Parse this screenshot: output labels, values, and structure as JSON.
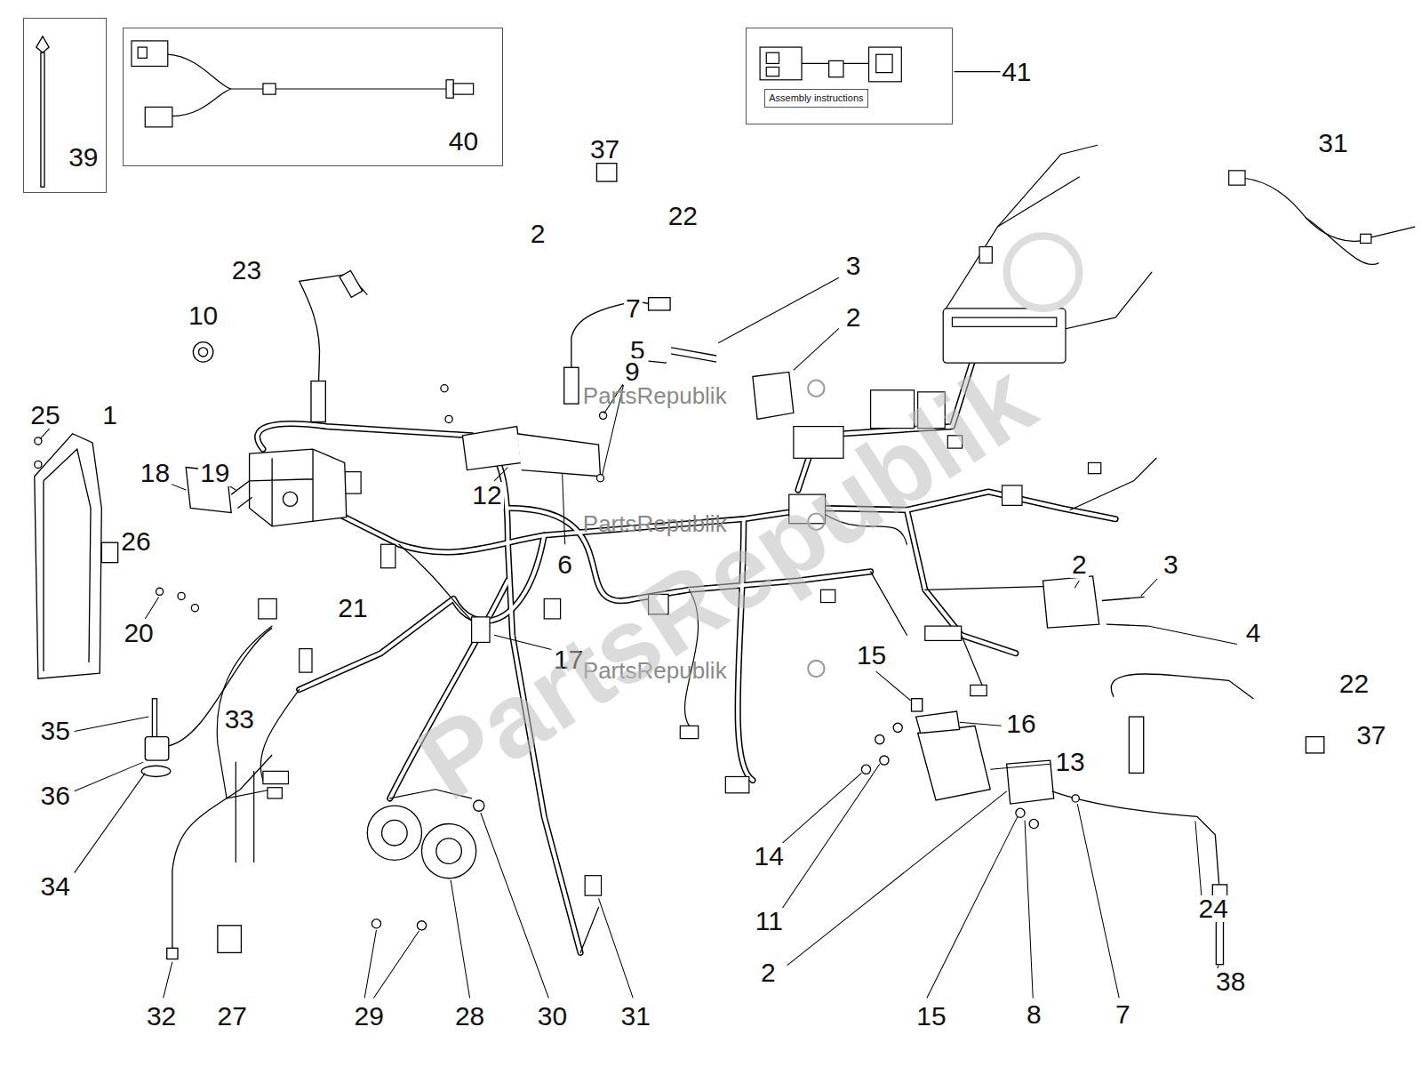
{
  "diagram": {
    "nodes": [
      {
        "text": [
          "39"
        ]
      },
      {
        "text": [
          "40"
        ]
      },
      {
        "text": [
          "41"
        ]
      },
      {
        "text": [
          "Assembly instructions"
        ],
        "in": 2
      }
    ],
    "labels": [
      "37",
      "22",
      "31",
      "23",
      "2",
      "3",
      "10",
      "7",
      "2",
      "5",
      "9",
      "25",
      "1",
      "18",
      "19",
      "26",
      "12",
      "6",
      "20",
      "21",
      "17",
      "2",
      "3",
      "4",
      "15",
      "22",
      "16",
      "33",
      "35",
      "37",
      "13",
      "36",
      "14",
      "34",
      "24",
      "11",
      "2",
      "38",
      "32",
      "27",
      "29",
      "28",
      "30",
      "31",
      "15",
      "8",
      "7",
      "PartsRepublik",
      "PartsRepublik",
      "PartsRepublik",
      "PartsRepublik"
    ]
  }
}
